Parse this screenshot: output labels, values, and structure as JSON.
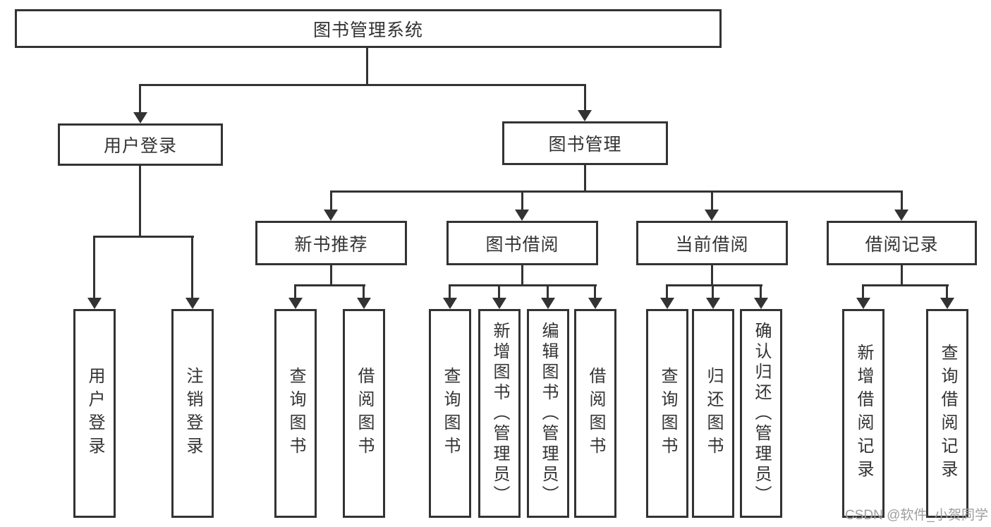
{
  "diagram": {
    "root_label": "图书管理系统",
    "level2": [
      "用户登录",
      "图书管理"
    ],
    "level3": [
      "新书推荐",
      "图书借阅",
      "当前借阅",
      "借阅记录"
    ],
    "leaves_user": [
      "用户登录",
      "注销登录"
    ],
    "leaves_recommend": [
      "查询图书",
      "借阅图书"
    ],
    "leaves_borrow": [
      "查询图书",
      "新增图书（管理员）",
      "编辑图书（管理员）",
      "借阅图书"
    ],
    "leaves_current": [
      "查询图书",
      "归还图书",
      "确认归还（管理员）"
    ],
    "leaves_records": [
      "新增借阅记录",
      "查询借阅记录"
    ]
  },
  "watermark": "CSDN @软件_小贺同学",
  "colors": {
    "line": "#333333",
    "text": "#333333",
    "background": "#ffffff",
    "watermark": "#9e9e9e"
  }
}
